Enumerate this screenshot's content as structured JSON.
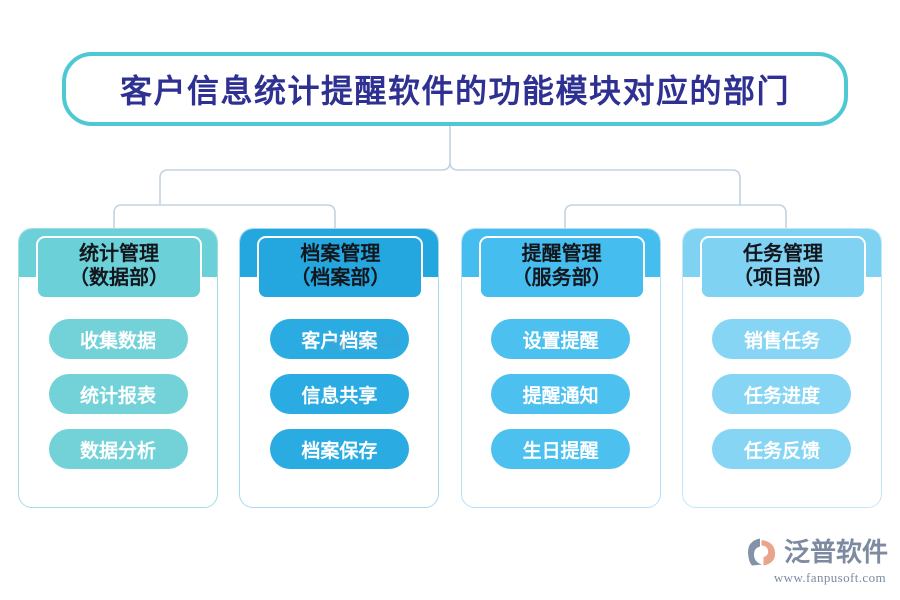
{
  "title": {
    "text": "客户信息统计提醒软件的功能模块对应的部门",
    "border_color": "#4ec8d2",
    "text_color": "#2f3192"
  },
  "background_color": "#ffffff",
  "connector_color": "#c3d3e2",
  "columns": [
    {
      "header_line1": "统计管理",
      "header_line2": "（数据部）",
      "band_color": "#6bd0d8",
      "header_fill": "#6bd0d8",
      "pill_color": "#72d2d8",
      "border_color": "#9fdfe2",
      "items": [
        "收集数据",
        "统计报表",
        "数据分析"
      ]
    },
    {
      "header_line1": "档案管理",
      "header_line2": "（档案部）",
      "band_color": "#24a7df",
      "header_fill": "#24a7df",
      "pill_color": "#2aabe2",
      "border_color": "#a9d9f0",
      "items": [
        "客户档案",
        "信息共享",
        "档案保存"
      ]
    },
    {
      "header_line1": "提醒管理",
      "header_line2": "（服务部）",
      "band_color": "#45bdee",
      "header_fill": "#45bdee",
      "pill_color": "#4cc0ef",
      "border_color": "#b6e0f6",
      "items": [
        "设置提醒",
        "提醒通知",
        "生日提醒"
      ]
    },
    {
      "header_line1": "任务管理",
      "header_line2": "（项目部）",
      "band_color": "#7fd2f2",
      "header_fill": "#7fd2f2",
      "pill_color": "#86d5f4",
      "border_color": "#c3e6f8",
      "items": [
        "销售任务",
        "任务进度",
        "任务反馈"
      ]
    }
  ],
  "logo": {
    "name": "泛普软件",
    "url": "www.fanpusoft.com",
    "mark_color": "#8492a8",
    "mark_accent_color": "#e8a58c"
  },
  "watermark": {
    "name": "泛普软件",
    "url": "www.fanpusoft.com"
  }
}
